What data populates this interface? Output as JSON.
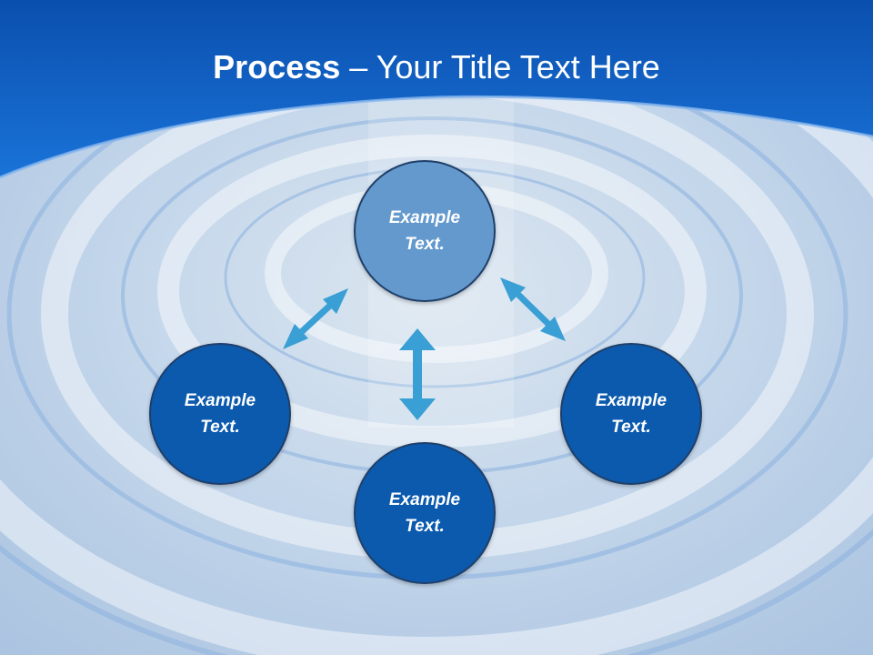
{
  "title": {
    "bold": "Process",
    "rest": " – Your Title Text Here"
  },
  "nodes": {
    "top": "Example Text.",
    "left": "Example Text.",
    "right": "Example Text.",
    "bottom": "Example Text."
  },
  "colors": {
    "header_blue": "#0a5cc4",
    "node_light": "#6399cc",
    "node_dark": "#0b5aad",
    "arrow": "#3a9fd4"
  }
}
